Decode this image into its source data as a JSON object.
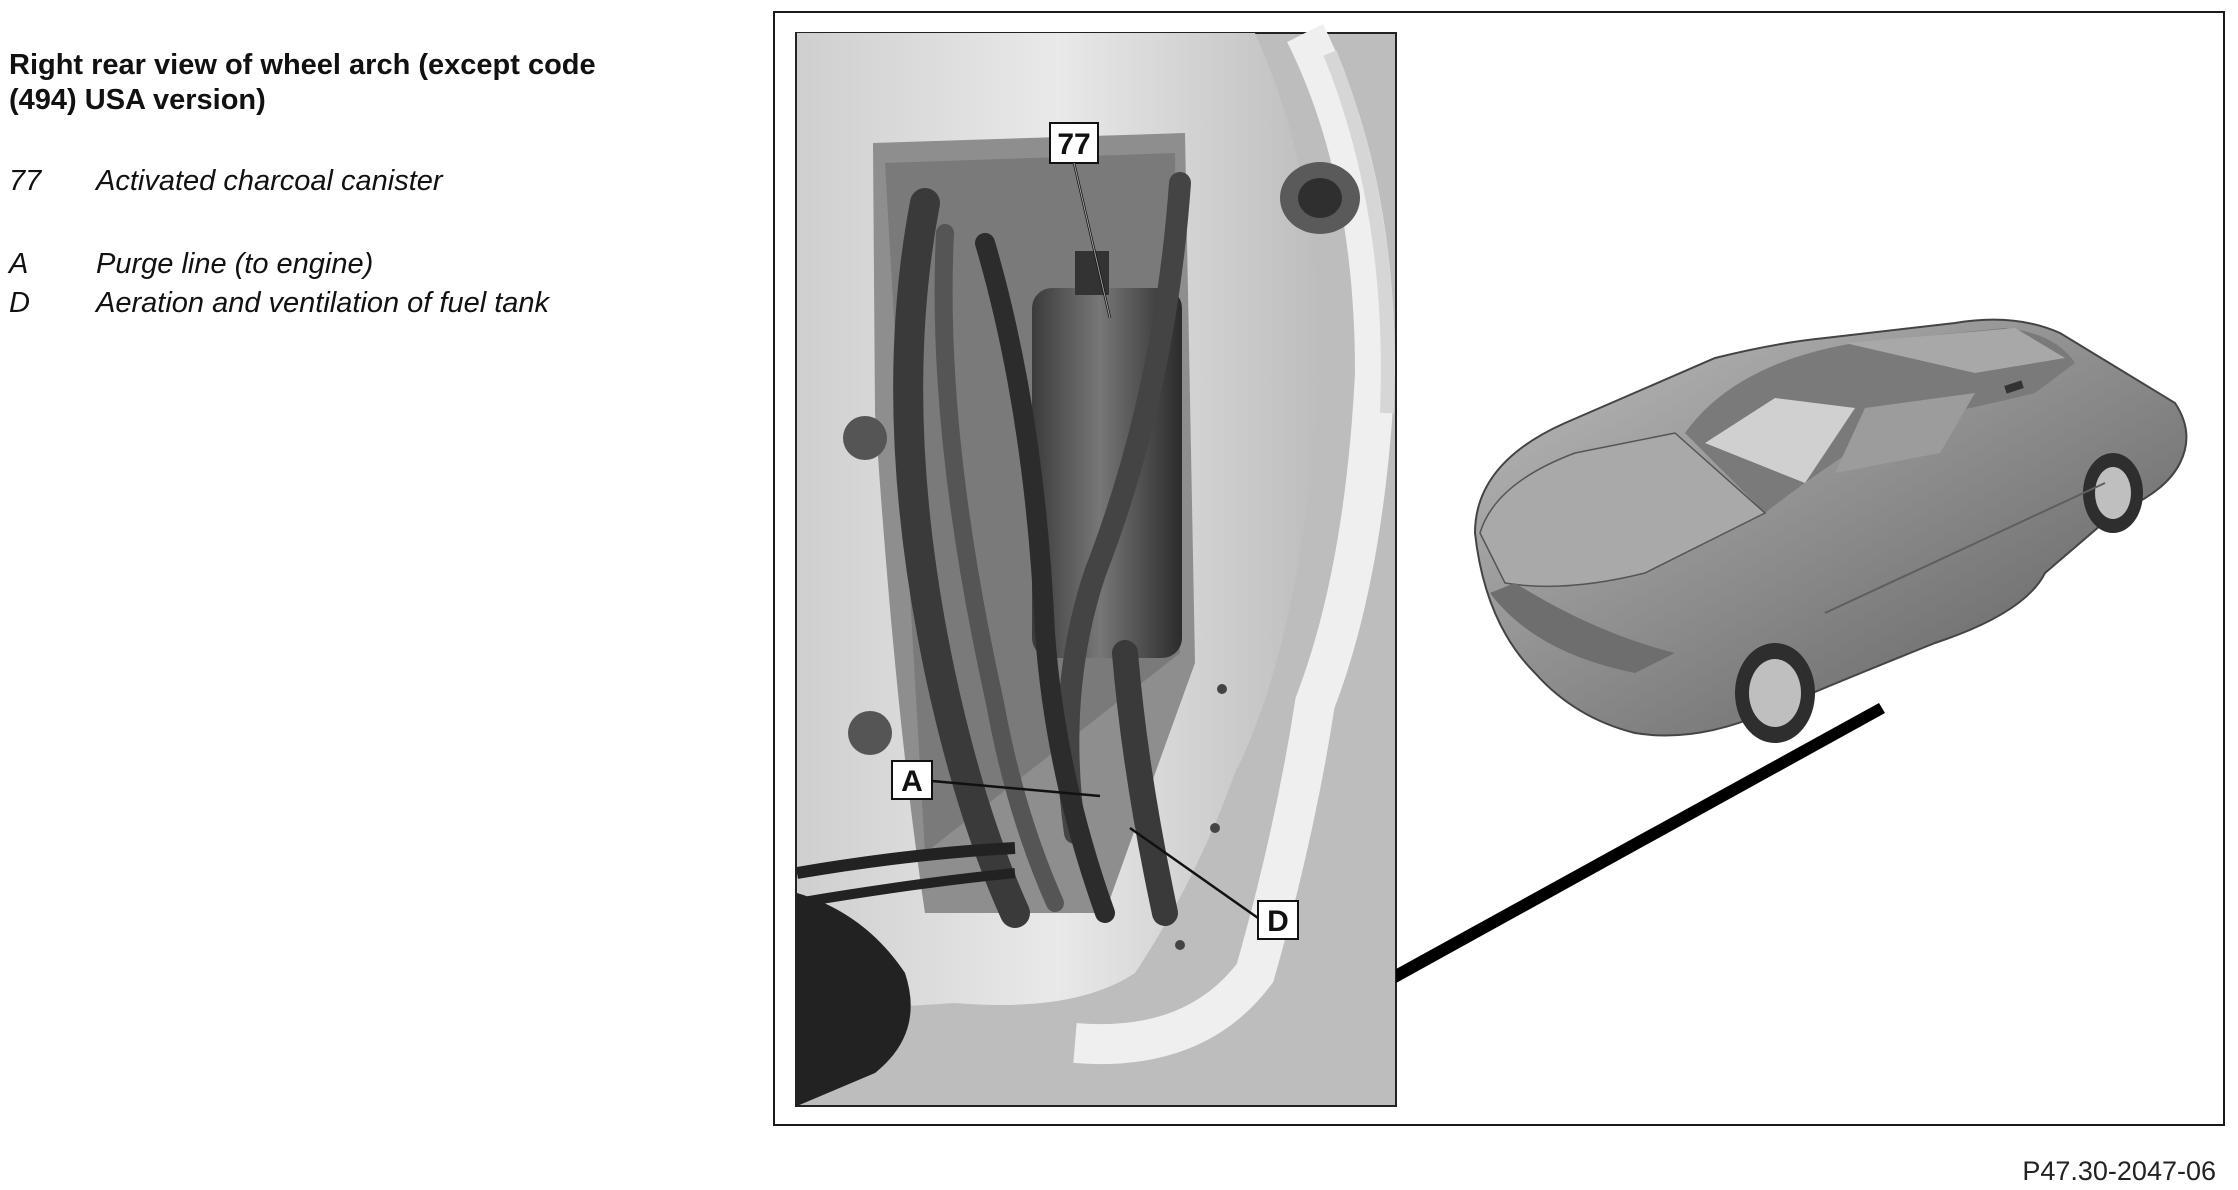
{
  "document": {
    "title": "Right rear view of wheel arch (except code (494) USA version)",
    "legend": [
      {
        "key": "77",
        "text": "Activated charcoal canister"
      },
      {
        "key": "A",
        "text": "Purge line (to engine)"
      },
      {
        "key": "D",
        "text": "Aeration and ventilation of fuel tank"
      }
    ],
    "figure_code": "P47.30-2047-06"
  },
  "figure": {
    "callouts": {
      "canister": "77",
      "purge_line": "A",
      "aeration": "D"
    }
  }
}
